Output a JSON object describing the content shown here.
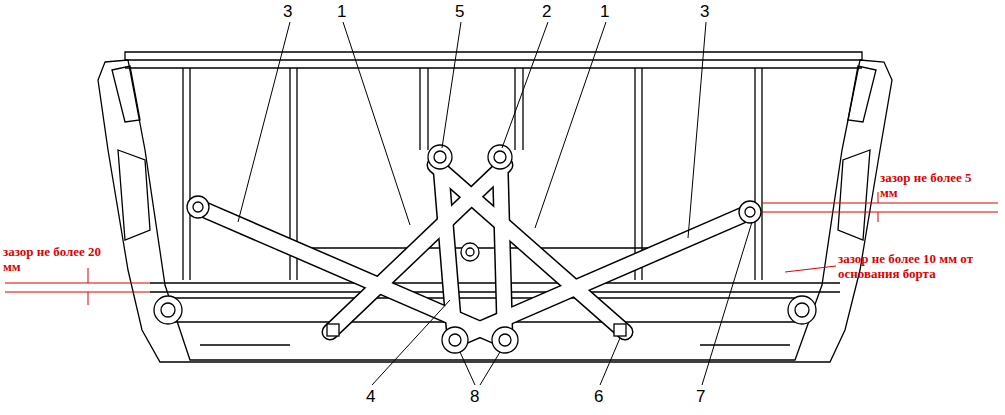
{
  "diagram": {
    "labels": [
      "3",
      "1",
      "5",
      "2",
      "1",
      "3",
      "4",
      "8",
      "6",
      "7",
      "зазор не более 5 мм",
      "зазор не более 20 мм",
      "зазор не более 10 мм от основания борта"
    ]
  }
}
